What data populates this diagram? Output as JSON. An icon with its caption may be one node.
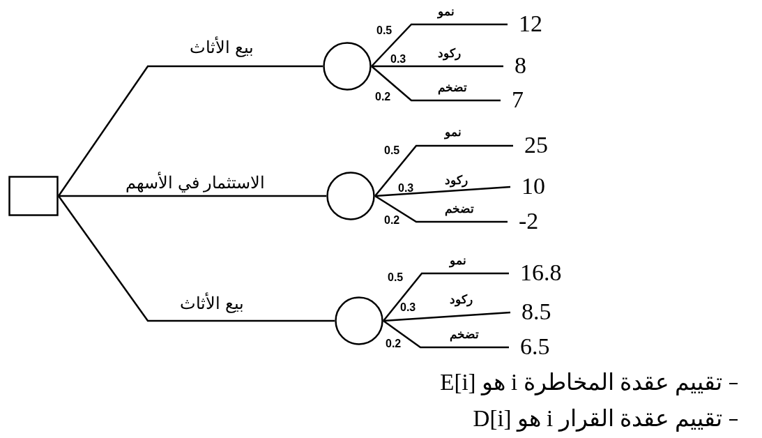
{
  "diagram": {
    "nodes": [
      {
        "text": [],
        "shape": "box"
      },
      {
        "text": [],
        "shape": "circle"
      },
      {
        "text": [],
        "shape": "circle"
      },
      {
        "text": [],
        "shape": "circle"
      },
      {
        "text": [
          "12"
        ]
      },
      {
        "text": [
          "8"
        ]
      },
      {
        "text": [
          "7"
        ]
      },
      {
        "text": [
          "25"
        ]
      },
      {
        "text": [
          "10"
        ]
      },
      {
        "text": [
          "-2"
        ]
      },
      {
        "text": [
          "16.8"
        ]
      },
      {
        "text": [
          "8.5"
        ]
      },
      {
        "text": [
          "6.5"
        ]
      }
    ],
    "edges": [
      {
        "from": 0,
        "to": 1,
        "arrow": "none",
        "label": "بيع الأثاث"
      },
      {
        "from": 0,
        "to": 2,
        "arrow": "none",
        "label": "الاستثمار في الأسهم"
      },
      {
        "from": 0,
        "to": 3,
        "arrow": "none",
        "label": "بيع الأثاث"
      },
      {
        "from": 1,
        "to": 4,
        "arrow": "none",
        "label": "نمو"
      },
      {
        "from": 1,
        "to": 5,
        "arrow": "none",
        "label": "ركود"
      },
      {
        "from": 1,
        "to": 6,
        "arrow": "none",
        "label": "تضخم"
      },
      {
        "from": 2,
        "to": 7,
        "arrow": "none",
        "label": "نمو"
      },
      {
        "from": 2,
        "to": 8,
        "arrow": "none",
        "label": "ركود"
      },
      {
        "from": 2,
        "to": 9,
        "arrow": "none",
        "label": "تضخم"
      },
      {
        "from": 3,
        "to": 10,
        "arrow": "none",
        "label": "نمو"
      },
      {
        "from": 3,
        "to": 11,
        "arrow": "none",
        "label": "ركود"
      },
      {
        "from": 3,
        "to": 12,
        "arrow": "none",
        "label": "تضخم"
      }
    ],
    "labels": [
      "0.5",
      "0.3",
      "0.2",
      "0.5",
      "0.3",
      "0.2",
      "0.5",
      "0.3",
      "0.2",
      "تقييم عقدة المخاطرة i هو E[i]",
      "تقييم عقدة القرار i هو D[i]"
    ]
  }
}
